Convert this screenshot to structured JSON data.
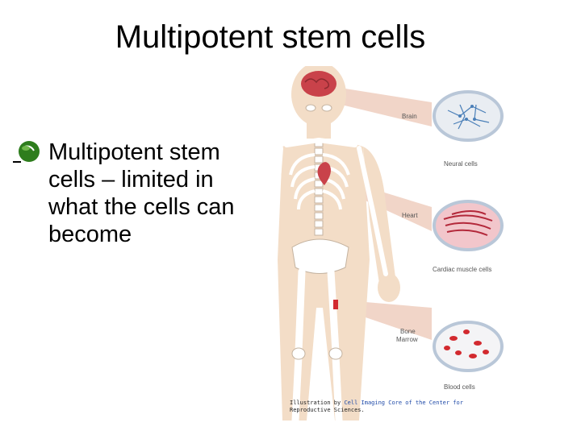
{
  "slide": {
    "title": "Multipotent stem cells",
    "bullet": "Multipotent stem cells – limited in what the cells can become",
    "bullet_icon": "leaf-bullet-icon"
  },
  "figure": {
    "labels": {
      "brain": "Brain",
      "neural": "Neural cells",
      "heart": "Heart",
      "cardiac": "Cardiac muscle cells",
      "bone": "Bone",
      "marrow": "Marrow",
      "blood": "Blood cells"
    },
    "credit": {
      "pre": "Illustration by ",
      "org": "Cell Imaging Core of the Center for",
      "post": "Reproductive Sciences."
    }
  },
  "colors": {
    "skin": "#f3ddc7",
    "bone": "#ffffff",
    "brain": "#c9424a",
    "blood": "#d22a2f",
    "dish_rim": "#b9c7d8",
    "beam": "#e8b9a3",
    "leaf": "#2e7d1d"
  }
}
